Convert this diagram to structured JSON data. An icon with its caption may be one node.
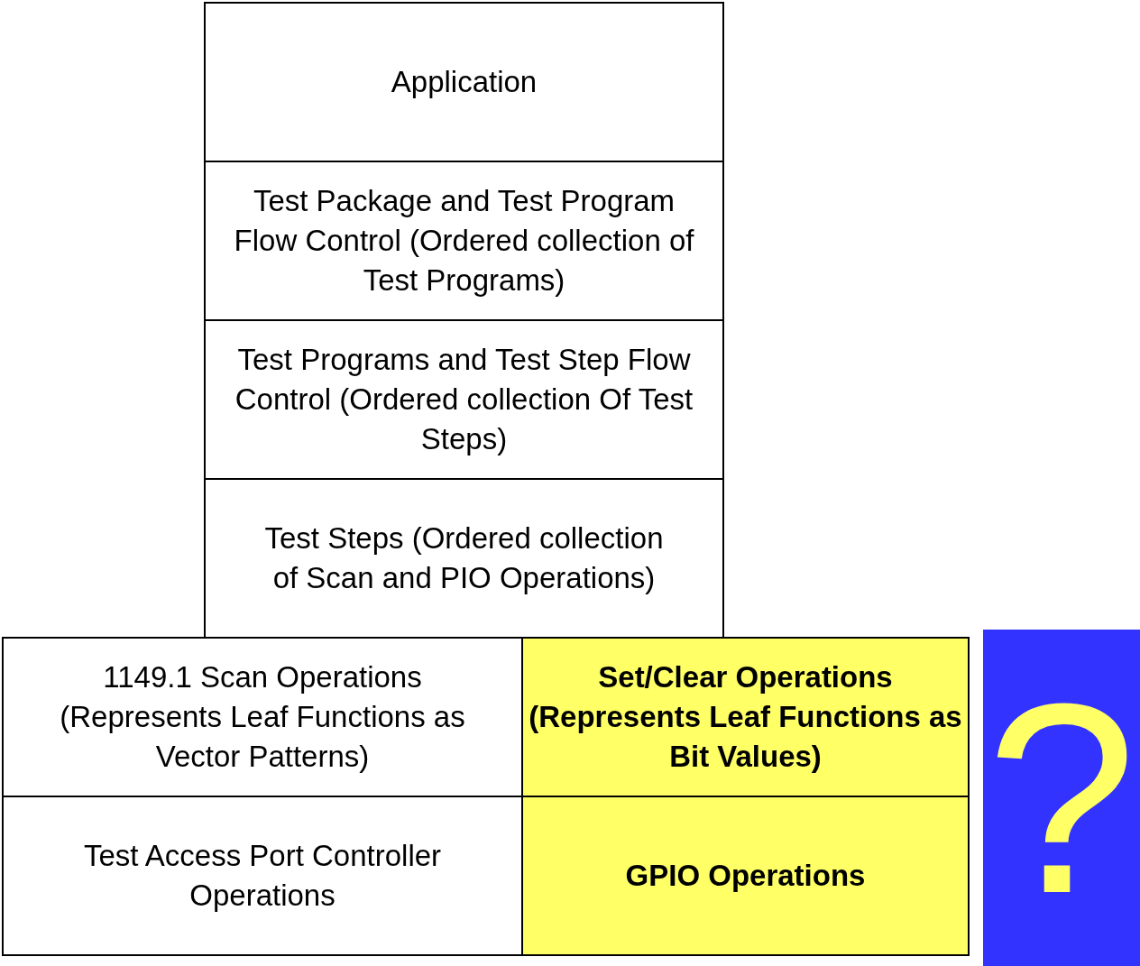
{
  "diagram": {
    "nodes": [
      {
        "text": [
          "Application"
        ]
      },
      {
        "text": [
          "Test Package and Test Program Flow Control (Ordered collection of Test Programs)"
        ]
      },
      {
        "text": [
          "Test Programs and Test Step Flow Control (Ordered collection Of Test Steps)"
        ]
      },
      {
        "text": [
          "Test Steps (Ordered collection of Scan and PIO Operations)"
        ]
      },
      {
        "text": [
          "1149.1 Scan Operations (Represents Leaf Functions as Vector Patterns)"
        ]
      },
      {
        "text": [
          "Set/Clear Operations (Represents Leaf Functions as Bit Values)"
        ]
      },
      {
        "text": [
          "Test Access Port Controller Operations"
        ]
      },
      {
        "text": [
          "GPIO Operations"
        ]
      },
      {
        "text": [
          "?"
        ]
      }
    ],
    "edges": []
  }
}
